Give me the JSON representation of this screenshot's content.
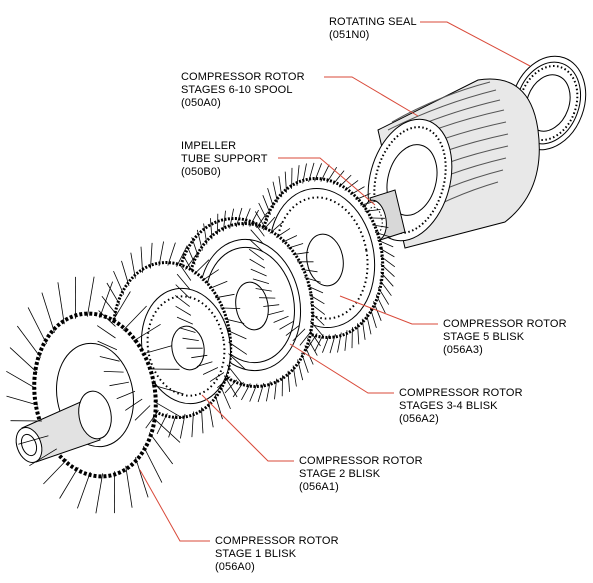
{
  "colors": {
    "leader": "#d94a3a",
    "ink": "#000000",
    "background": "#ffffff"
  },
  "callouts": {
    "rotating_seal": {
      "line1": "ROTATING SEAL",
      "line2": "(051N0)"
    },
    "spool": {
      "line1": "COMPRESSOR ROTOR",
      "line2": "STAGES 6-10 SPOOL",
      "line3": "(050A0)"
    },
    "impeller": {
      "line1": "IMPELLER",
      "line2": "TUBE SUPPORT",
      "line3": "(050B0)"
    },
    "stage5": {
      "line1": "COMPRESSOR ROTOR",
      "line2": "STAGE 5 BLISK",
      "line3": "(056A3)"
    },
    "stage34": {
      "line1": "COMPRESSOR ROTOR",
      "line2": "STAGES 3-4 BLISK",
      "line3": "(056A2)"
    },
    "stage2": {
      "line1": "COMPRESSOR ROTOR",
      "line2": "STAGE 2 BLISK",
      "line3": "(056A1)"
    },
    "stage1": {
      "line1": "COMPRESSOR ROTOR",
      "line2": "STAGE 1 BLISK",
      "line3": "(056A0)"
    }
  }
}
